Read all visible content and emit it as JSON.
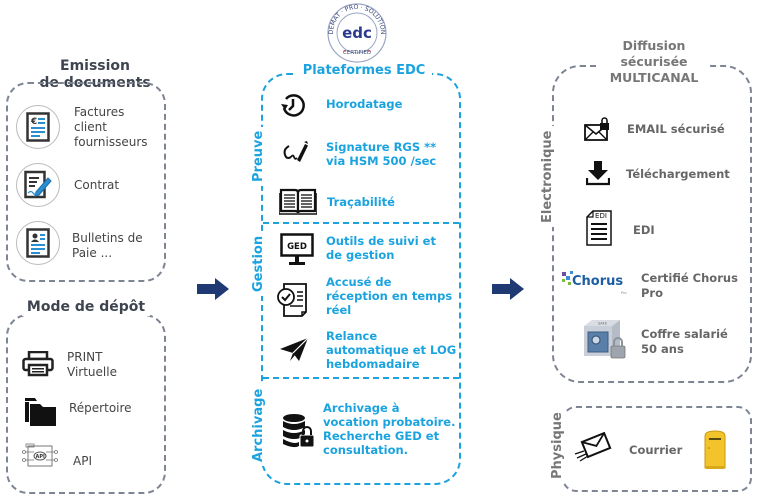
{
  "emission": {
    "title_line1": "Emission",
    "title_line2": "de documents",
    "items": [
      {
        "icon": "invoice-icon",
        "line1": "Factures",
        "line2": "client",
        "line3": "fournisseurs"
      },
      {
        "icon": "contract-icon",
        "line1": "Contrat"
      },
      {
        "icon": "payslip-icon",
        "line1": "Bulletins de",
        "line2": "Paie ..."
      }
    ]
  },
  "depot": {
    "title": "Mode de dépôt",
    "items": [
      {
        "icon": "printer-icon",
        "line1": "PRINT",
        "line2": "Virtuelle"
      },
      {
        "icon": "folder-icon",
        "line1": "Répertoire"
      },
      {
        "icon": "api-icon",
        "line1": "API"
      }
    ]
  },
  "platform": {
    "badge": {
      "top": "DEMAT · PRO · SOLUTION",
      "center": "edc",
      "bottom": "CERTIFIED"
    },
    "title": "Plateformes EDC",
    "accent": "#1aa3df",
    "sections": {
      "preuve": {
        "label": "Preuve",
        "items": [
          {
            "icon": "clock-icon",
            "line1": "Horodatage"
          },
          {
            "icon": "signature-icon",
            "line1": "Signature RGS **",
            "line2": "via HSM 500 /sec"
          },
          {
            "icon": "book-icon",
            "line1": "Traçabilité"
          }
        ]
      },
      "gestion": {
        "label": "Gestion",
        "items": [
          {
            "icon": "ged-monitor-icon",
            "icon_text": "GED",
            "line1": "Outils de suivi et",
            "line2": "de gestion"
          },
          {
            "icon": "receipt-check-icon",
            "line1": "Accusé de",
            "line2": "réception en temps",
            "line3": "réel"
          },
          {
            "icon": "paper-plane-icon",
            "line1": "Relance",
            "line2": "automatique et LOG",
            "line3": "hebdomadaire"
          }
        ]
      },
      "archivage": {
        "label": "Archivage",
        "items": [
          {
            "icon": "database-lock-icon",
            "line1": "Archivage à",
            "line2": "vocation probatoire.",
            "line3": "Recherche GED et",
            "line4": "consultation."
          }
        ]
      }
    }
  },
  "diffusion": {
    "title_line1": "Diffusion",
    "title_line2": "sécurisée",
    "title_line3": "MULTICANAL",
    "electronique": {
      "label": "Electronique",
      "items": [
        {
          "icon": "secure-email-icon",
          "line1": "EMAIL sécurisé"
        },
        {
          "icon": "download-icon",
          "line1": "Téléchargement"
        },
        {
          "icon": "edi-document-icon",
          "icon_text": "EDI",
          "line1": "EDI"
        },
        {
          "icon": "chorus-logo",
          "icon_text": "Chorus",
          "icon_sub": "Pro",
          "line1": "Certifié Chorus",
          "line2": "Pro"
        },
        {
          "icon": "safe-lock-icon",
          "icon_text": "SAFE",
          "line1": "Coffre salarié",
          "line2": "50 ans"
        }
      ]
    },
    "physique": {
      "label": "Physique",
      "items": [
        {
          "icon": "mail-envelope-icon",
          "line1": "Courrier"
        }
      ]
    }
  },
  "arrows": {
    "color": "#1f3a73"
  }
}
